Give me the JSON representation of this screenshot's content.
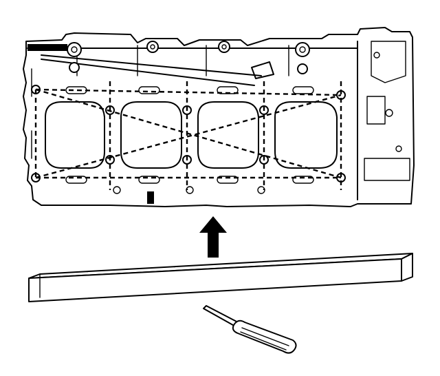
{
  "figure": {
    "colors": {
      "ink": "#000000",
      "paper": "#ffffff"
    },
    "parts": [
      "cylinder-head",
      "straightedge",
      "feeler-gauge",
      "direction-arrow"
    ],
    "measurement_pattern": [
      "diagonal-1",
      "diagonal-2",
      "longitudinal-top",
      "longitudinal-bottom",
      "transverse-1",
      "transverse-2",
      "transverse-3",
      "transverse-4",
      "transverse-5"
    ]
  }
}
